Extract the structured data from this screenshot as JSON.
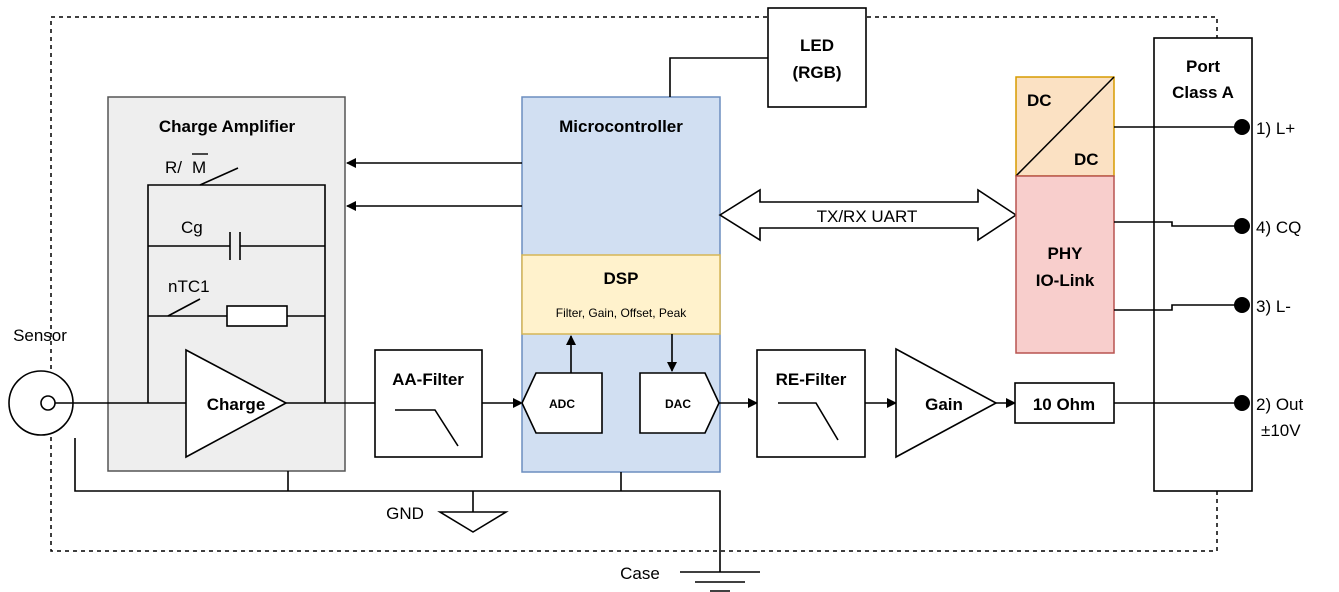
{
  "colors": {
    "charge_amp_fill": "#eeeeee",
    "charge_amp_stroke": "#555555",
    "mcu_fill": "#d1dff2",
    "mcu_stroke": "#6c8ebf",
    "dsp_fill": "#fff2cc",
    "dsp_stroke": "#d6b656",
    "dcdc_fill": "#fbe1c3",
    "dcdc_stroke": "#d79b00",
    "phy_fill": "#f8cecc",
    "phy_stroke": "#b85450",
    "charge_amp_title_color": "#555555"
  },
  "labels": {
    "charge_amplifier": "Charge Amplifier",
    "r_m_prefix": "R/",
    "r_m_overlined": "M",
    "cg": "Cg",
    "ntc1": "nTC1",
    "charge": "Charge",
    "sensor": "Sensor",
    "aa_filter": "AA-Filter",
    "microcontroller": "Microcontroller",
    "dsp": "DSP",
    "dsp_functions": "Filter, Gain, Offset, Peak",
    "adc": "ADC",
    "dac": "DAC",
    "re_filter": "RE-Filter",
    "gain": "Gain",
    "ten_ohm": "10 Ohm",
    "led_line1": "LED",
    "led_line2": "(RGB)",
    "uart": "TX/RX UART",
    "dc_top": "DC",
    "dc_bottom": "DC",
    "phy_line1": "PHY",
    "phy_line2": "IO-Link",
    "port_line1": "Port",
    "port_line2": "Class A",
    "pin1": "1) L+",
    "pin4": "4) CQ",
    "pin3": "3) L-",
    "pin2": "2) Out",
    "pin2_range": "±10V",
    "gnd": "GND",
    "case": "Case"
  }
}
